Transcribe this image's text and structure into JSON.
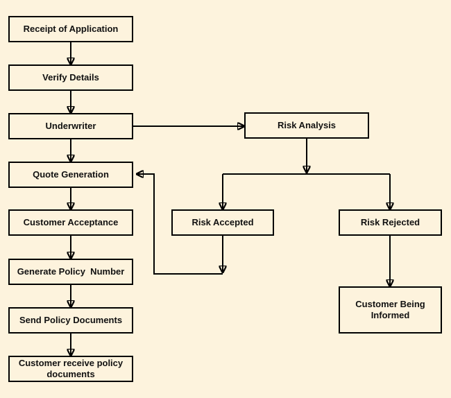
{
  "diagram": {
    "type": "flowchart",
    "background_color": "#FDF3DD",
    "node_fill_color": "#FDF3DD",
    "node_border_color": "#000000",
    "arrow_color": "#000000",
    "text_color": "#111111",
    "nodes": [
      {
        "id": "receipt-of-application",
        "label": "Receipt of Application"
      },
      {
        "id": "verify-details",
        "label": "Verify Details"
      },
      {
        "id": "underwriter",
        "label": "Underwriter"
      },
      {
        "id": "quote-generation",
        "label": "Quote Generation"
      },
      {
        "id": "customer-acceptance",
        "label": "Customer Acceptance"
      },
      {
        "id": "generate-policy-number",
        "label": "Generate Policy  Number"
      },
      {
        "id": "send-policy-documents",
        "label": "Send Policy Documents"
      },
      {
        "id": "customer-receive-policy-documents",
        "label": "Customer receive policy documents"
      },
      {
        "id": "risk-analysis",
        "label": "Risk Analysis"
      },
      {
        "id": "risk-accepted",
        "label": "Risk Accepted"
      },
      {
        "id": "risk-rejected",
        "label": "Risk Rejected"
      },
      {
        "id": "customer-being-informed",
        "label": "Customer Being Informed"
      }
    ],
    "edges": [
      {
        "from": "receipt-of-application",
        "to": "verify-details"
      },
      {
        "from": "verify-details",
        "to": "underwriter"
      },
      {
        "from": "underwriter",
        "to": "risk-analysis"
      },
      {
        "from": "underwriter",
        "to": "quote-generation"
      },
      {
        "from": "quote-generation",
        "to": "customer-acceptance"
      },
      {
        "from": "customer-acceptance",
        "to": "generate-policy-number"
      },
      {
        "from": "generate-policy-number",
        "to": "send-policy-documents"
      },
      {
        "from": "send-policy-documents",
        "to": "customer-receive-policy-documents"
      },
      {
        "from": "risk-analysis",
        "to": "risk-accepted"
      },
      {
        "from": "risk-analysis",
        "to": "risk-rejected"
      },
      {
        "from": "risk-accepted",
        "to": "quote-generation"
      },
      {
        "from": "risk-rejected",
        "to": "customer-being-informed"
      }
    ]
  }
}
